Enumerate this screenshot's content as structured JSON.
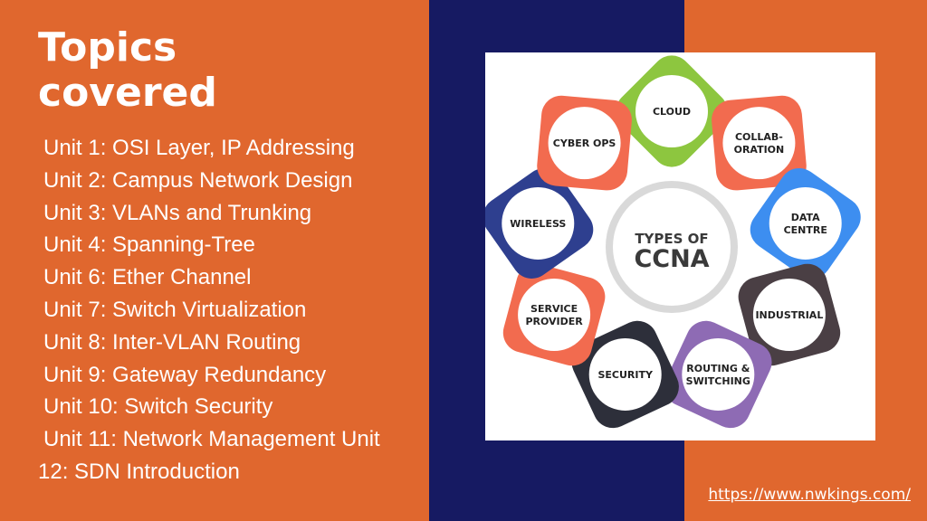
{
  "slide": {
    "title_lines": [
      "Topics",
      "covered"
    ],
    "units": [
      "Unit 1: OSI Layer, IP Addressing",
      "Unit 2: Campus Network Design",
      "Unit 3: VLANs and Trunking",
      "Unit 4: Spanning-Tree",
      "Unit 6: Ether Channel",
      "Unit 7: Switch Virtualization",
      "Unit 8: Inter-VLAN Routing",
      "Unit 9: Gateway Redundancy",
      "Unit 10: Switch Security",
      "Unit 11: Network Management Unit",
      "12: SDN Introduction"
    ],
    "url": "https://www.nwkings.com/"
  },
  "diagram": {
    "center_lines": [
      "TYPES OF",
      "CCNA"
    ],
    "nodes": [
      {
        "label_lines": [
          "CLOUD"
        ],
        "color": "#8dc63f"
      },
      {
        "label_lines": [
          "COLLAB-",
          "ORATION"
        ],
        "color": "#f26b4f"
      },
      {
        "label_lines": [
          "DATA",
          "CENTRE"
        ],
        "color": "#3d8ef0"
      },
      {
        "label_lines": [
          "INDUSTRIAL"
        ],
        "color": "#4a3f44"
      },
      {
        "label_lines": [
          "ROUTING &",
          "SWITCHING"
        ],
        "color": "#8e6bb4"
      },
      {
        "label_lines": [
          "SECURITY"
        ],
        "color": "#2d2f3a"
      },
      {
        "label_lines": [
          "SERVICE",
          "PROVIDER"
        ],
        "color": "#f26b4f"
      },
      {
        "label_lines": [
          "WIRELESS"
        ],
        "color": "#2e3f8f"
      },
      {
        "label_lines": [
          "CYBER OPS"
        ],
        "color": "#f26b4f"
      }
    ]
  },
  "colors": {
    "background": "#e0672e",
    "band": "#161a62",
    "text": "#ffffff"
  }
}
